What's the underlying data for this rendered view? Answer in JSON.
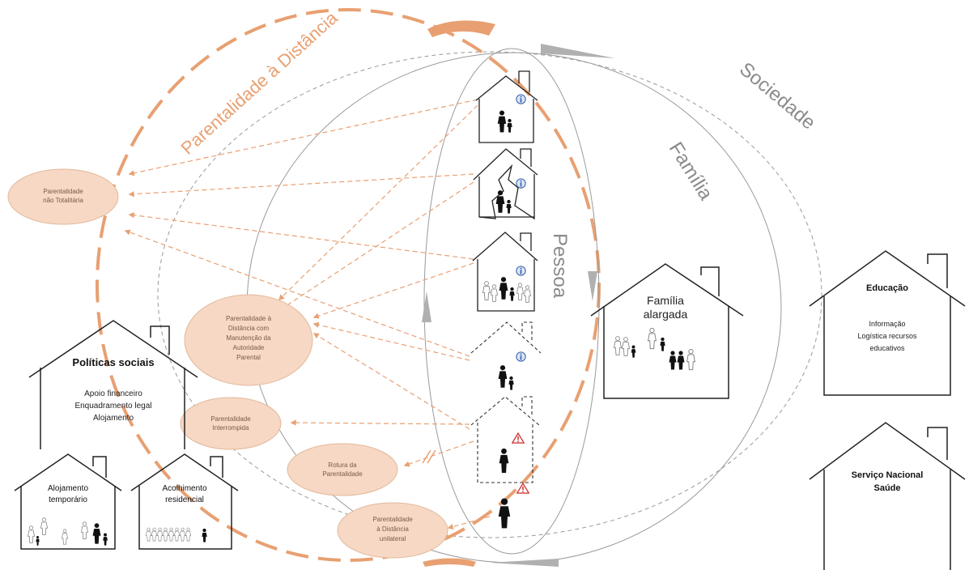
{
  "rings": {
    "parentalidade_distancia": "Parentalidade à Distância",
    "sociedade": "Sociedade",
    "familia": "Família",
    "pessoa": "Pessoa"
  },
  "ovals": {
    "nao_totalitaria": [
      "Parentalidade",
      "não Totalitária"
    ],
    "com_autoridade": [
      "Parentalidade à",
      "Distância com",
      "Manutenção da",
      "Autoridade",
      "Parental"
    ],
    "interrompida": [
      "Parentalidade",
      "Interrompida"
    ],
    "rotura": [
      "Rotura da",
      "Parentalidade"
    ],
    "unilateral": [
      "Parentalidade",
      "à Distância",
      "unilateral"
    ]
  },
  "houses": {
    "politicas": {
      "title": "Políticas sociais",
      "lines": [
        "Apoio financeiro",
        "Enquadramento legal",
        "Alojamento"
      ]
    },
    "alojamento": {
      "title": [
        "Alojamento",
        "temporário"
      ]
    },
    "acolhimento": {
      "title": [
        "Acolhimento",
        "residencial"
      ]
    },
    "familia_alargada": {
      "title": [
        "Família",
        "alargada"
      ]
    },
    "educacao": {
      "title": "Educação",
      "lines": [
        "Informação",
        "Logística recursos",
        "educativos"
      ]
    },
    "sns": {
      "title": [
        "Serviço Nacional",
        "Saúde"
      ]
    }
  },
  "colors": {
    "orange": "#e8a072",
    "oval_fill": "#f6d8c4",
    "gray": "#9a9a9a",
    "line": "#555555"
  }
}
